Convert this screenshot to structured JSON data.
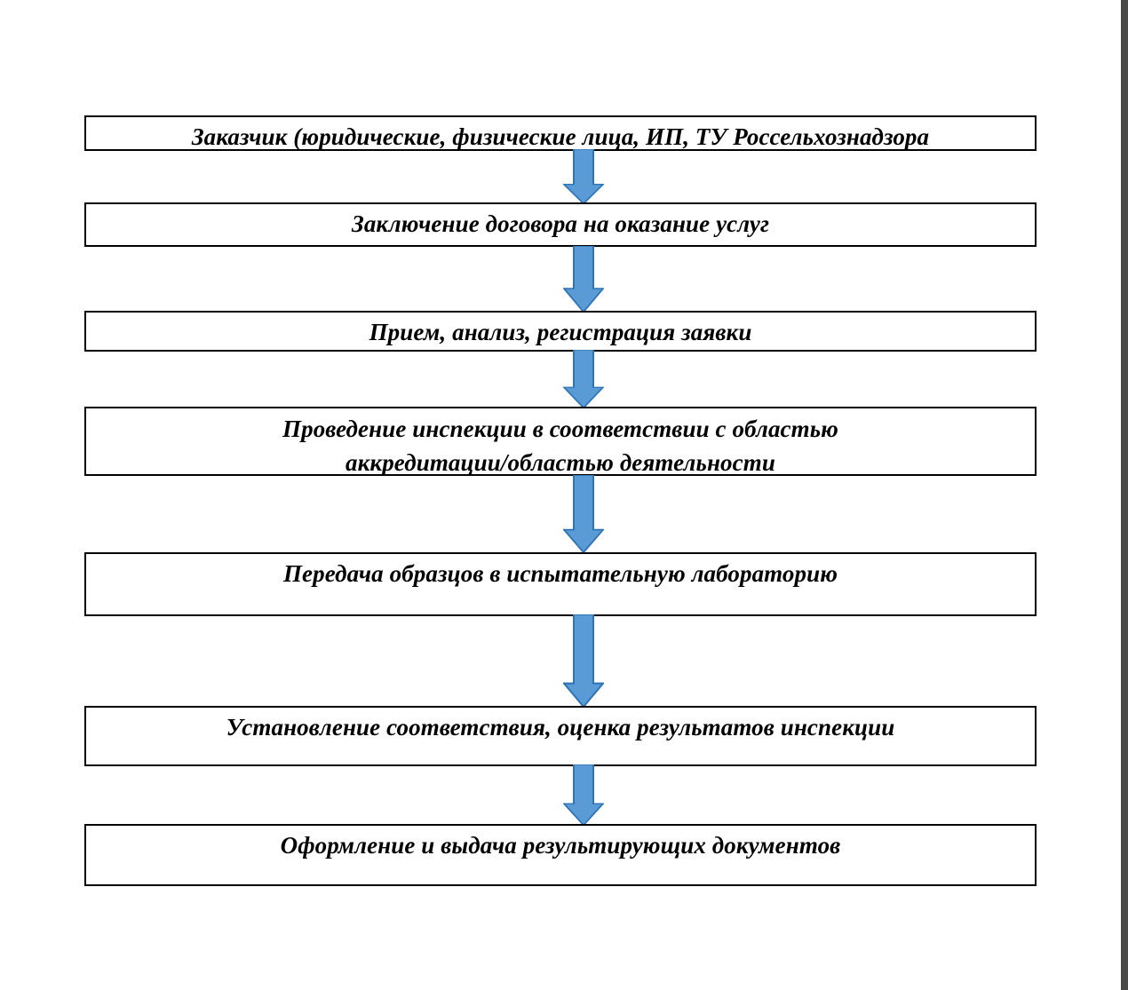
{
  "page": {
    "background_color": "#ffffff",
    "right_edge_rule_color": "#4a4a48"
  },
  "diagram": {
    "type": "flowchart",
    "orientation": "top-to-bottom",
    "title": "",
    "node_style": {
      "fill": "#ffffff",
      "border_color": "#000000",
      "text_color": "#000000",
      "font_style": "bold italic serif"
    },
    "arrow_style": {
      "fill": "#5b9bd5",
      "stroke": "#2e74b5",
      "shape": "down-block-arrow"
    },
    "nodes": [
      {
        "id": "node-1",
        "label": "Заказчик (юридические, физические лица, ИП, ТУ Россельхознадзора"
      },
      {
        "id": "node-2",
        "label": "Заключение договора на оказание услуг"
      },
      {
        "id": "node-3",
        "label": "Прием, анализ, регистрация заявки"
      },
      {
        "id": "node-4",
        "label": "Проведение инспекции в соответствии с областью\nаккредитации/областью деятельности"
      },
      {
        "id": "node-5",
        "label": "Передача образцов в испытательную лабораторию"
      },
      {
        "id": "node-6",
        "label": "Установление соответствия, оценка результатов инспекции"
      },
      {
        "id": "node-7",
        "label": "Оформление и выдача результирующих документов"
      }
    ],
    "edges": [
      {
        "id": "arrow-1",
        "from": "node-1",
        "to": "node-2"
      },
      {
        "id": "arrow-2",
        "from": "node-2",
        "to": "node-3"
      },
      {
        "id": "arrow-3",
        "from": "node-3",
        "to": "node-4"
      },
      {
        "id": "arrow-4",
        "from": "node-4",
        "to": "node-5"
      },
      {
        "id": "arrow-5",
        "from": "node-5",
        "to": "node-6"
      },
      {
        "id": "arrow-6",
        "from": "node-6",
        "to": "node-7"
      }
    ]
  }
}
